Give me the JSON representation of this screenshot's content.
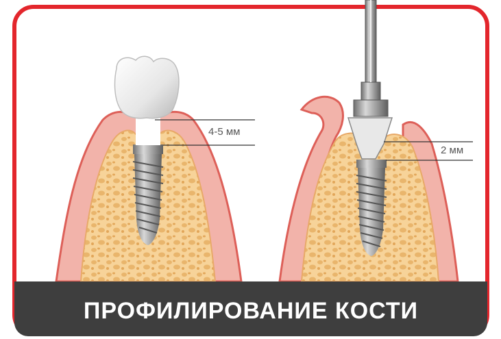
{
  "measurements": {
    "left_label": "4-5 мм",
    "right_label": "2 мм"
  },
  "caption": {
    "title": "ПРОФИЛИРОВАНИЕ КОСТИ"
  },
  "illustrations": [
    {
      "name": "implant-with-crown",
      "elements": [
        "crown-icon",
        "gum",
        "bone",
        "implant"
      ]
    },
    {
      "name": "implant-with-healing-driver",
      "elements": [
        "driver-tool-icon",
        "gum",
        "bone",
        "implant"
      ]
    }
  ],
  "colors": {
    "frame": "#e3262c",
    "gum": "#f0a9a2",
    "gum_edge": "#d9534f",
    "bone": "#f6cd8b",
    "bone_pores": "#e8b56a",
    "implant": "#9a9a9a",
    "caption_bg": "#3e3e3e",
    "caption_text": "#ffffff"
  }
}
